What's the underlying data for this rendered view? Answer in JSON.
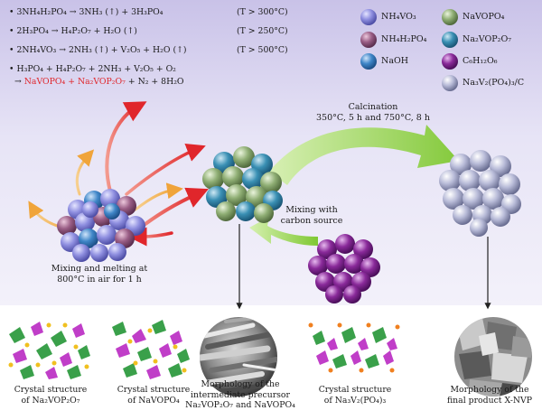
{
  "equations": {
    "eq1": {
      "text": "3NH₄H₂PO₄ → 3NH₃ (↑) + 3H₃PO₄",
      "condition": "(T > 300°C)"
    },
    "eq2": {
      "text": "2H₃PO₄ → H₄P₂O₇ + H₂O (↑)",
      "condition": "(T > 250°C)"
    },
    "eq3": {
      "text": "2NH₄VO₃ → 2NH₃ (↑) + V₂O₅ + H₂O (↑)",
      "condition": "(T > 500°C)"
    },
    "eq4_line1": "H₃PO₄ + H₄P₂O₇ + 2NH₃ + V₂O₅ + O₂",
    "eq4_arrow": "→",
    "eq4_product1": "NaVOPO₄",
    "eq4_plus": "+",
    "eq4_product2": "Na₂VOP₂O₇",
    "eq4_rest": "+ N₂ + 8H₂O",
    "bullet": "•"
  },
  "legend": {
    "nh4vo3": {
      "label": "NH₄VO₃",
      "color": "#8f8fe0"
    },
    "nh4h2po4": {
      "label": "NH₄H₂PO₄",
      "color": "#9a5e86"
    },
    "naoh": {
      "label": "NaOH",
      "color": "#3f86c8"
    },
    "navopo4": {
      "label": "NaVOPO₄",
      "color": "#8fae74"
    },
    "na2vop2o7": {
      "label": "Na₂VOP₂O₇",
      "color": "#3a90b4"
    },
    "glucose": {
      "label": "C₆H₁₂O₆",
      "color": "#8a2a9a"
    },
    "nvp": {
      "label": "Na₃V₂(PO₄)₃/C",
      "color": "#b8bbd8"
    }
  },
  "labels": {
    "mixing_melting_l1": "Mixing and melting at",
    "mixing_melting_l2": "800°C in air for 1 h",
    "calcination_l1": "Calcination",
    "calcination_l2": "350°C, 5 h and 750°C, 8 h",
    "mixing_carbon_l1": "Mixing with",
    "mixing_carbon_l2": "carbon source"
  },
  "captions": {
    "c1_l1": "Crystal structure",
    "c1_l2": "of Na₂VOP₂O₇",
    "c2_l1": "Crystal structure",
    "c2_l2": "of NaVOPO₄",
    "c3_l1": "Morphology of the",
    "c3_l2": "intermediate precursor",
    "c3_l3": "Na₂VOP₂O₇ and NaVOPO₄",
    "c4_l1": "Crystal structure",
    "c4_l2": "of Na₃V₂(PO₄)₃",
    "c5_l1": "Morphology of the",
    "c5_l2": "final product X-NVP"
  },
  "colors": {
    "panel_bg": "#d8d3f0",
    "red_arrow": "#e0262b",
    "orange_arrow": "#f0a43a",
    "green_arrow": "#7fc832",
    "product_text": "#e0262b"
  }
}
